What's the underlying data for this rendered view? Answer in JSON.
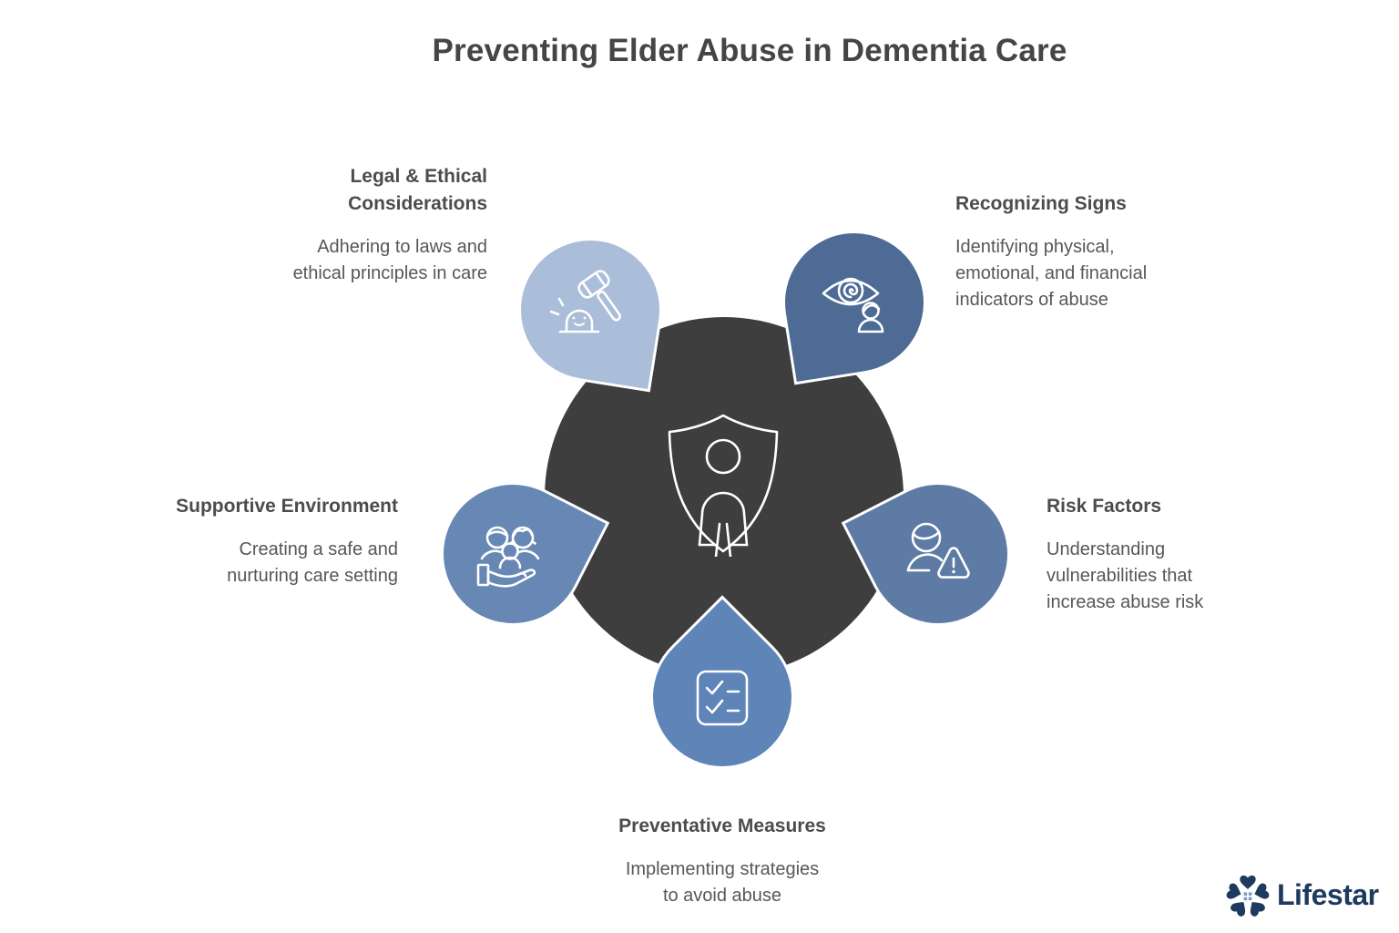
{
  "title": "Preventing Elder Abuse in Dementia Care",
  "center": {
    "icon": "shield-person-icon",
    "color": "#3e3e3e"
  },
  "nodes": {
    "legal": {
      "heading": "Legal & Ethical\nConsiderations",
      "description": "Adhering to laws and\nethical principles in care",
      "icon": "gavel-icon",
      "color": "#aabdd9"
    },
    "recognizing": {
      "heading": "Recognizing Signs",
      "description": "Identifying physical,\nemotional, and financial\nindicators of abuse",
      "icon": "eye-icon",
      "color": "#4d6b94"
    },
    "risk": {
      "heading": "Risk Factors",
      "description": "Understanding\nvulnerabilities that\nincrease abuse risk",
      "icon": "person-warning-icon",
      "color": "#5d7ba4"
    },
    "preventative": {
      "heading": "Preventative Measures",
      "description": "Implementing strategies\nto avoid abuse",
      "icon": "checklist-icon",
      "color": "#5e84b8"
    },
    "supportive": {
      "heading": "Supportive Environment",
      "description": "Creating a safe and\nnurturing care setting",
      "icon": "family-hand-icon",
      "color": "#6787b4"
    }
  },
  "logo": {
    "text": "Lifestar",
    "color": "#1d3a5f"
  }
}
